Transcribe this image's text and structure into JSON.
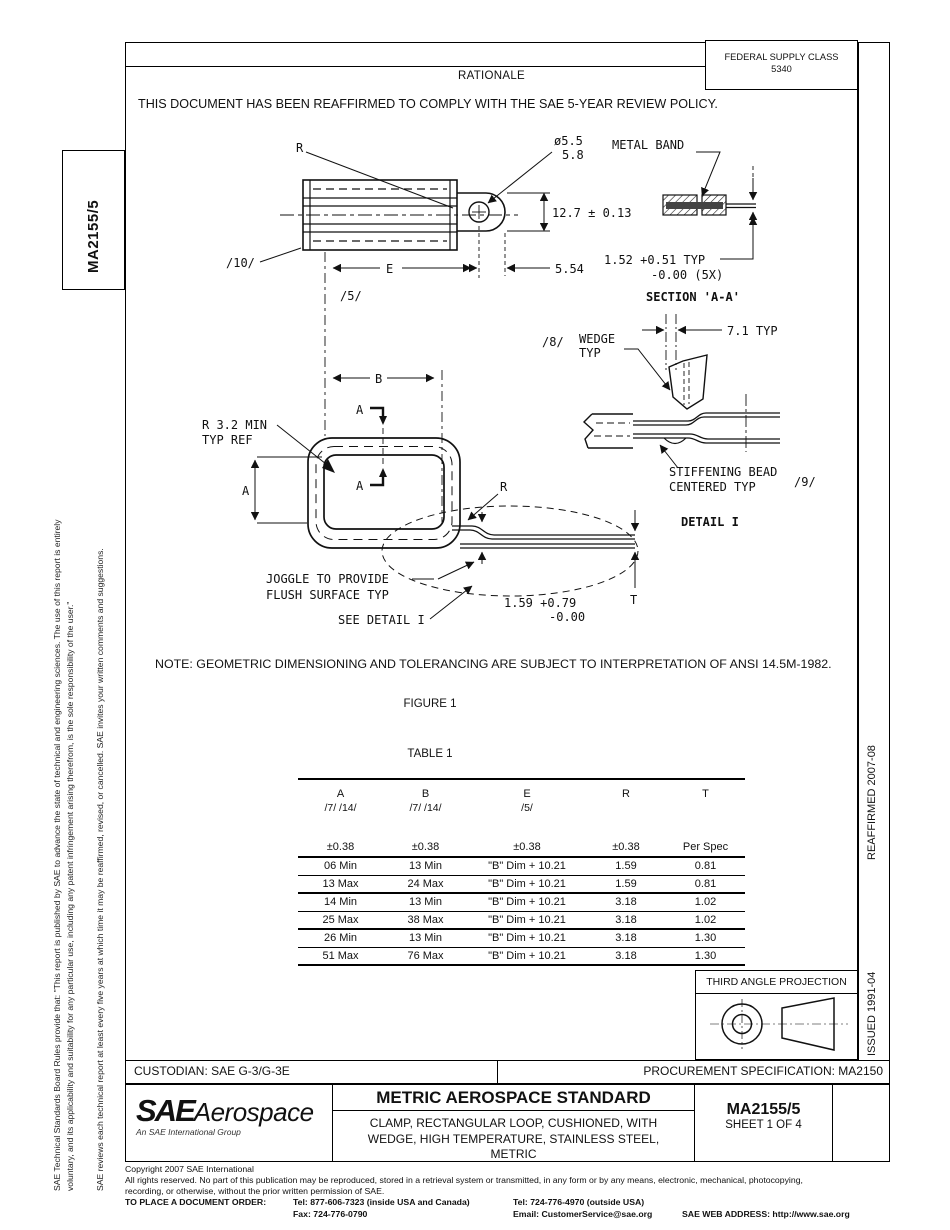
{
  "header": {
    "federal_supply_class_label": "FEDERAL SUPPLY CLASS",
    "federal_supply_class_value": "5340",
    "rationale_title": "RATIONALE",
    "rationale_text": "THIS DOCUMENT HAS BEEN REAFFIRMED TO COMPLY WITH THE SAE 5-YEAR REVIEW POLICY."
  },
  "margins": {
    "doc_number_vertical": "MA2155/5",
    "legal_line_1": "SAE Technical Standards Board Rules provide that: \"This report is published by SAE to advance the state of technical and engineering sciences. The use of this report is entirely",
    "legal_line_2": "voluntary, and its applicability and suitability for any particular use, including any patent infringement arising therefrom, is the sole responsibility of the user.\"",
    "legal_line_3": "SAE reviews each technical report at least every five years at which time it may be reaffirmed, revised, or cancelled. SAE invites your written comments and suggestions.",
    "reaffirmed": "REAFFIRMED 2007-08",
    "issued": "ISSUED 1991-04"
  },
  "drawing": {
    "labels": {
      "r_top": "R",
      "dia_1": "ø5.5",
      "dia_2": "5.8",
      "metal_band": "METAL BAND",
      "dim_12_7": "12.7 ± 0.13",
      "dim_5_54": "5.54",
      "flag_10": "/10/",
      "dim_e": "E",
      "flag_5": "/5/",
      "dim_1_52_a": "1.52 +0.51 TYP",
      "dim_1_52_b": "-0.00 (5X)",
      "section_aa": "SECTION 'A-A'",
      "dim_7_1": "7.1 TYP",
      "flag_8": "/8/",
      "wedge_1": "WEDGE",
      "wedge_2": "TYP",
      "stiffening_1": "STIFFENING BEAD",
      "stiffening_2": "CENTERED TYP",
      "flag_9": "/9/",
      "detail_i": "DETAIL I",
      "dim_b": "B",
      "section_mark_a": "A",
      "r_32_1": "R 3.2 MIN",
      "r_32_2": "TYP REF",
      "dim_a": "A",
      "r_right": "R",
      "joggle_1": "JOGGLE TO PROVIDE",
      "joggle_2": "FLUSH SURFACE TYP",
      "see_detail": "SEE DETAIL I",
      "dim_1_59_a": "1.59 +0.79",
      "dim_1_59_b": "-0.00",
      "dim_t": "T"
    },
    "note": "NOTE:  GEOMETRIC DIMENSIONING AND TOLERANCING ARE SUBJECT TO INTERPRETATION OF ANSI 14.5M-1982.",
    "figure_caption": "FIGURE 1"
  },
  "table": {
    "title": "TABLE 1",
    "columns": [
      "A",
      "B",
      "E",
      "R",
      "T"
    ],
    "flags": [
      "/7/ /14/",
      "/7/ /14/",
      "/5/",
      "",
      ""
    ],
    "tolerances": [
      "±0.38",
      "±0.38",
      "±0.38",
      "±0.38",
      "Per Spec"
    ],
    "rows": [
      [
        "06 Min",
        "13 Min",
        "\"B\" Dim + 10.21",
        "1.59",
        "0.81"
      ],
      [
        "13 Max",
        "24 Max",
        "\"B\" Dim + 10.21",
        "1.59",
        "0.81"
      ],
      [
        "14 Min",
        "13 Min",
        "\"B\" Dim + 10.21",
        "3.18",
        "1.02"
      ],
      [
        "25 Max",
        "38 Max",
        "\"B\" Dim + 10.21",
        "3.18",
        "1.02"
      ],
      [
        "26 Min",
        "13 Min",
        "\"B\" Dim + 10.21",
        "3.18",
        "1.30"
      ],
      [
        "51 Max",
        "76 Max",
        "\"B\" Dim + 10.21",
        "3.18",
        "1.30"
      ]
    ]
  },
  "projection": {
    "title": "THIRD ANGLE PROJECTION"
  },
  "title_block": {
    "custodian": "CUSTODIAN:  SAE G-3/G-3E",
    "procurement_spec": "PROCUREMENT SPECIFICATION:  MA2150",
    "logo_sae": "SAE",
    "logo_aerospace": "Aerospace",
    "logo_tagline": "An SAE International Group",
    "standard_type": "METRIC AEROSPACE STANDARD",
    "title_line_1": "CLAMP, RECTANGULAR LOOP, CUSHIONED, WITH",
    "title_line_2": "WEDGE, HIGH TEMPERATURE, STAINLESS STEEL,",
    "title_line_3": "METRIC",
    "doc_number": "MA2155/5",
    "sheet": "SHEET 1 OF 4"
  },
  "footer": {
    "copyright": "Copyright 2007 SAE International",
    "rights": "All rights reserved. No part of this publication may be reproduced, stored in a retrieval system or transmitted, in any form or by any means, electronic, mechanical, photocopying, recording, or otherwise, without the prior written permission of SAE.",
    "order_label": "TO PLACE A DOCUMENT ORDER:",
    "tel_inside": "Tel: 877-606-7323 (inside USA and Canada)",
    "tel_outside": "Tel: 724-776-4970 (outside USA)",
    "fax": "Fax: 724-776-0790",
    "email": "Email:  CustomerService@sae.org",
    "web": "SAE WEB ADDRESS: http://www.sae.org"
  }
}
